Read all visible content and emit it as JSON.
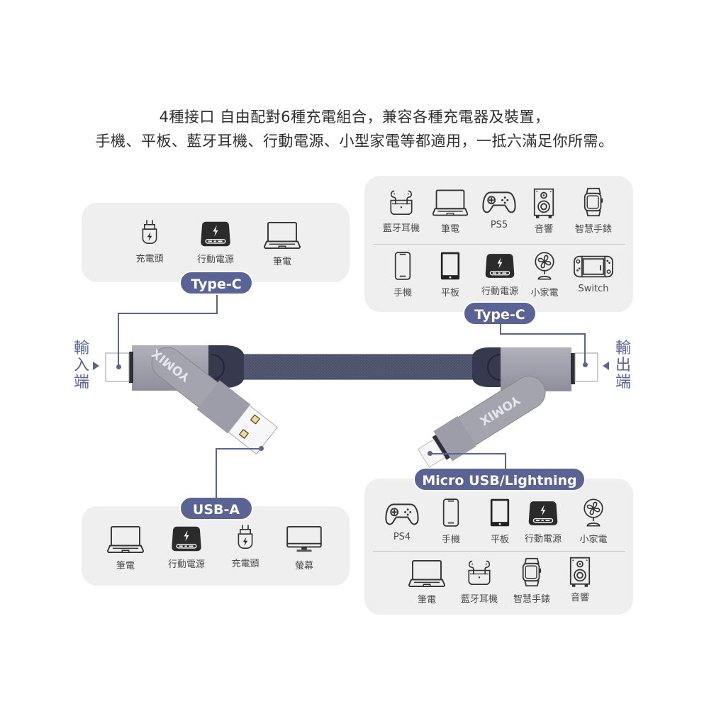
{
  "headline": {
    "line1": "4種接口 自由配對6種充電組合，兼容各種充電器及裝置，",
    "line2": "手機、平板、藍牙耳機、行動電源、小型家電等都適用，一抵六滿足你所需。"
  },
  "brand": "YOMIX",
  "input_side": {
    "label_chars": [
      "輸",
      "入",
      "端"
    ],
    "connectors": [
      {
        "badge": "Type-C",
        "devices": [
          {
            "icon": "charger-icon",
            "label": "充電頭"
          },
          {
            "icon": "power-bank-icon",
            "label": "行動電源"
          },
          {
            "icon": "laptop-icon",
            "label": "筆電"
          }
        ]
      },
      {
        "badge": "USB-A",
        "devices": [
          {
            "icon": "laptop-icon",
            "label": "筆電"
          },
          {
            "icon": "power-bank-icon",
            "label": "行動電源"
          },
          {
            "icon": "charger-icon",
            "label": "充電頭"
          },
          {
            "icon": "monitor-icon",
            "label": "螢幕"
          }
        ]
      }
    ]
  },
  "output_side": {
    "label_chars": [
      "輸",
      "出",
      "端"
    ],
    "connectors": [
      {
        "badge": "Type-C",
        "rows": [
          [
            {
              "icon": "earbuds-icon",
              "label": "藍牙耳機"
            },
            {
              "icon": "laptop-icon",
              "label": "筆電"
            },
            {
              "icon": "gamepad-icon",
              "label": "PS5"
            },
            {
              "icon": "speaker-icon",
              "label": "音響"
            },
            {
              "icon": "smartwatch-icon",
              "label": "智慧手錶"
            }
          ],
          [
            {
              "icon": "phone-icon",
              "label": "手機"
            },
            {
              "icon": "tablet-icon",
              "label": "平板"
            },
            {
              "icon": "power-bank-icon",
              "label": "行動電源"
            },
            {
              "icon": "fan-icon",
              "label": "小家電"
            },
            {
              "icon": "switch-console-icon",
              "label": "Switch"
            }
          ]
        ]
      },
      {
        "badge": "Micro USB/Lightning",
        "rows": [
          [
            {
              "icon": "gamepad-icon",
              "label": "PS4"
            },
            {
              "icon": "phone-icon",
              "label": "手機"
            },
            {
              "icon": "tablet-icon",
              "label": "平板"
            },
            {
              "icon": "power-bank-icon",
              "label": "行動電源"
            },
            {
              "icon": "fan-icon",
              "label": "小家電"
            }
          ],
          [
            {
              "icon": "laptop-icon",
              "label": "筆電"
            },
            {
              "icon": "earbuds-icon",
              "label": "藍牙耳機"
            },
            {
              "icon": "smartwatch-icon",
              "label": "智慧手錶"
            },
            {
              "icon": "speaker-icon",
              "label": "音響"
            }
          ]
        ]
      }
    ]
  },
  "colors": {
    "accent": "#5a6494",
    "panel": "#efefef",
    "cable": "#4a4e66",
    "metal": "#9a9ba6"
  }
}
